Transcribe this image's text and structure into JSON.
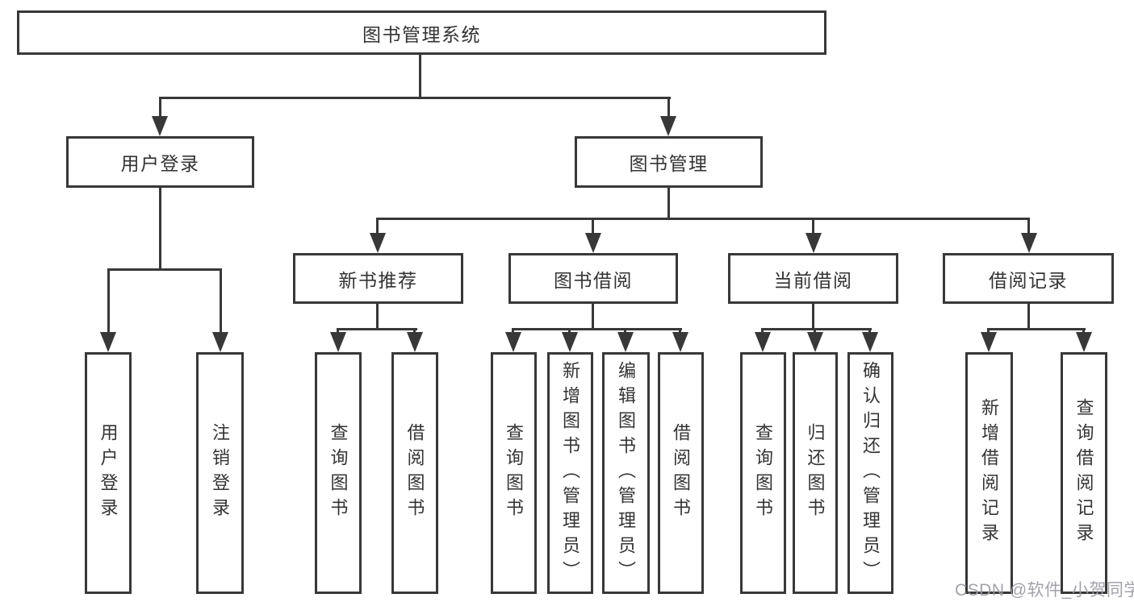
{
  "diagram": {
    "root": {
      "label": "图书管理系统"
    },
    "level2": {
      "user_login": {
        "label": "用户登录"
      },
      "book_management": {
        "label": "图书管理"
      }
    },
    "level3": {
      "new_book_recommend": {
        "label": "新书推荐"
      },
      "book_borrowing": {
        "label": "图书借阅"
      },
      "current_borrowing": {
        "label": "当前借阅"
      },
      "borrowing_records": {
        "label": "借阅记录"
      }
    },
    "leaves": {
      "user_login_1": "用户登录",
      "user_login_2": "注销登录",
      "recommend_1": "查询图书",
      "recommend_2": "借阅图书",
      "borrowing_1": "查询图书",
      "borrowing_2": "新增图书（管理员）",
      "borrowing_3": "编辑图书（管理员）",
      "borrowing_4": "借阅图书",
      "current_1": "查询图书",
      "current_2": "归还图书",
      "current_3": "确认归还（管理员）",
      "records_1": "新增借阅记录",
      "records_2": "查询借阅记录"
    }
  },
  "watermark": {
    "text": "CSDN @软件_小贺同学"
  },
  "colors": {
    "line": "#383838",
    "text": "#333333",
    "watermark": "#9b9ba3",
    "background": "#ffffff"
  }
}
